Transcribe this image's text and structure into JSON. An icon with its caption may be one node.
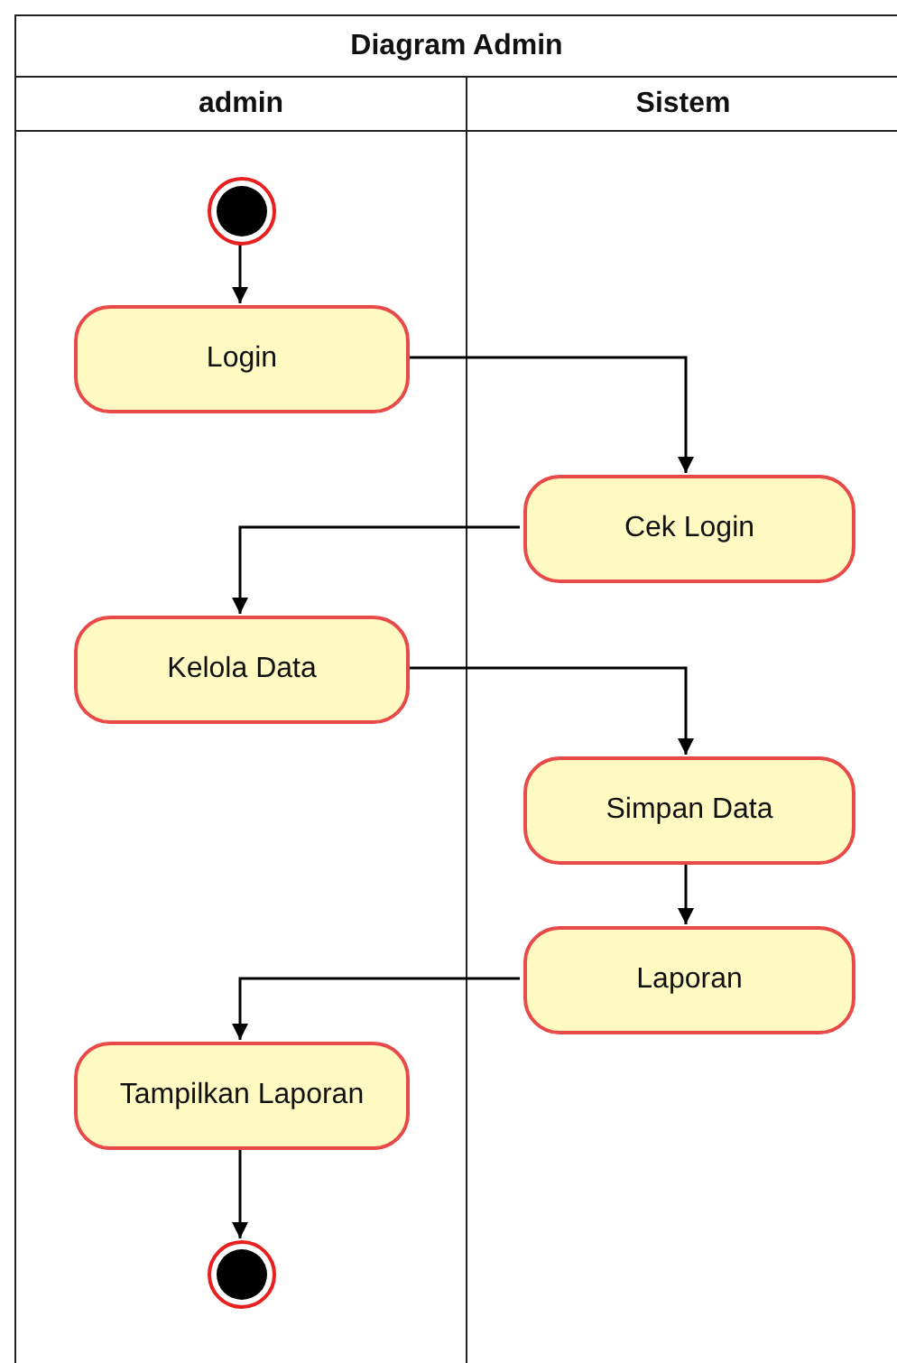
{
  "diagram": {
    "nodes": [
      {
        "text": [
          "Diagram Admin"
        ]
      },
      {
        "text": [
          "admin"
        ],
        "in": 0
      },
      {
        "text": [
          "Sistem"
        ],
        "in": 0
      },
      {
        "text": [],
        "shape": "circle",
        "in": 1
      },
      {
        "text": [
          "Login"
        ],
        "in": 1
      },
      {
        "text": [
          "Cek Login"
        ],
        "in": 2
      },
      {
        "text": [
          "Kelola Data"
        ],
        "in": 1
      },
      {
        "text": [
          "Simpan Data"
        ],
        "in": 2
      },
      {
        "text": [
          "Laporan"
        ],
        "in": 2
      },
      {
        "text": [
          "Tampilkan Laporan"
        ],
        "in": 1
      },
      {
        "text": [],
        "shape": "circle",
        "in": 1
      }
    ],
    "edges": [
      {
        "from": 3,
        "to": 4,
        "arrow": "to"
      },
      {
        "from": 4,
        "to": 5,
        "arrow": "to"
      },
      {
        "from": 5,
        "to": 6,
        "arrow": "to"
      },
      {
        "from": 6,
        "to": 7,
        "arrow": "to"
      },
      {
        "from": 7,
        "to": 8,
        "arrow": "to"
      },
      {
        "from": 8,
        "to": 9,
        "arrow": "to"
      },
      {
        "from": 9,
        "to": 10,
        "arrow": "to"
      }
    ]
  }
}
